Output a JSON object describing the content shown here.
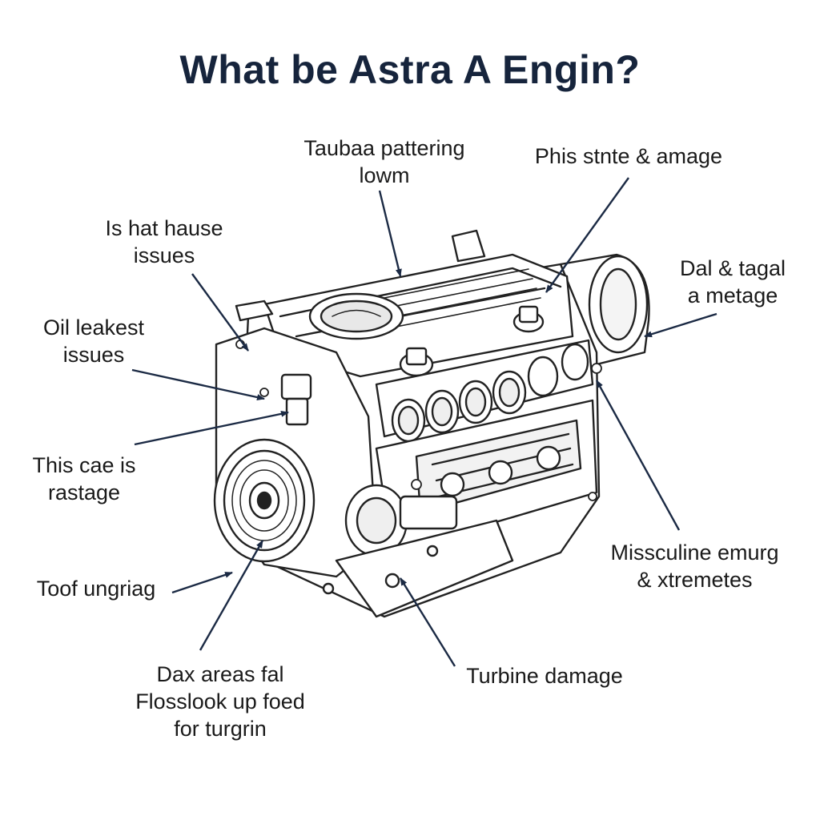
{
  "title": "What be Astra A Engin?",
  "labels": {
    "top_center": [
      "Taubaa pattering",
      "lowm"
    ],
    "top_right": [
      "Phis stnte & amage"
    ],
    "left_upper": [
      "Is hat hause",
      "issues"
    ],
    "right_upper": [
      "Dal & tagal",
      "a metage"
    ],
    "oil_leak": [
      "Oil leakest",
      "issues"
    ],
    "left_middle": [
      "This cae is",
      "rastage"
    ],
    "right_lower": [
      "Missculine emurg",
      "& xtremetes"
    ],
    "left_lower": [
      "Toof ungriag"
    ],
    "bottom_left": [
      "Dax areas fal",
      "Flosslook up foed",
      "for turgrin"
    ],
    "bottom_right": [
      "Turbine damage"
    ]
  },
  "colors": {
    "title": "#16243c",
    "arrow": "#1b2a44",
    "line": "#222222"
  }
}
